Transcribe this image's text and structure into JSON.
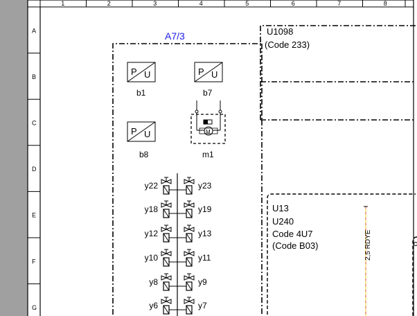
{
  "frame": {
    "columns": [
      "1",
      "2",
      "3",
      "4",
      "5",
      "6",
      "7",
      "8"
    ],
    "rows": [
      "A",
      "B",
      "C",
      "D",
      "E",
      "F",
      "G"
    ]
  },
  "module": {
    "label": "A7/3"
  },
  "box_u1098": {
    "line1": "U1098",
    "line2": "(Code 233)"
  },
  "sensors": [
    {
      "id": "b1",
      "symbol": "P / U"
    },
    {
      "id": "b7",
      "symbol": "P / U"
    },
    {
      "id": "b8",
      "symbol": "P / U"
    }
  ],
  "motor": {
    "id": "m1",
    "symbol": "M"
  },
  "valves_left": [
    "y22",
    "y18",
    "y12",
    "y10",
    "y8",
    "y6"
  ],
  "valves_right": [
    "y23",
    "y19",
    "y13",
    "y11",
    "y9",
    "y7"
  ],
  "box_u13": {
    "line1": "U13",
    "line2": "U240",
    "line3": "Code 4U7",
    "line4": "(Code B03)"
  },
  "wire": {
    "label": "2,5 RDYE"
  }
}
